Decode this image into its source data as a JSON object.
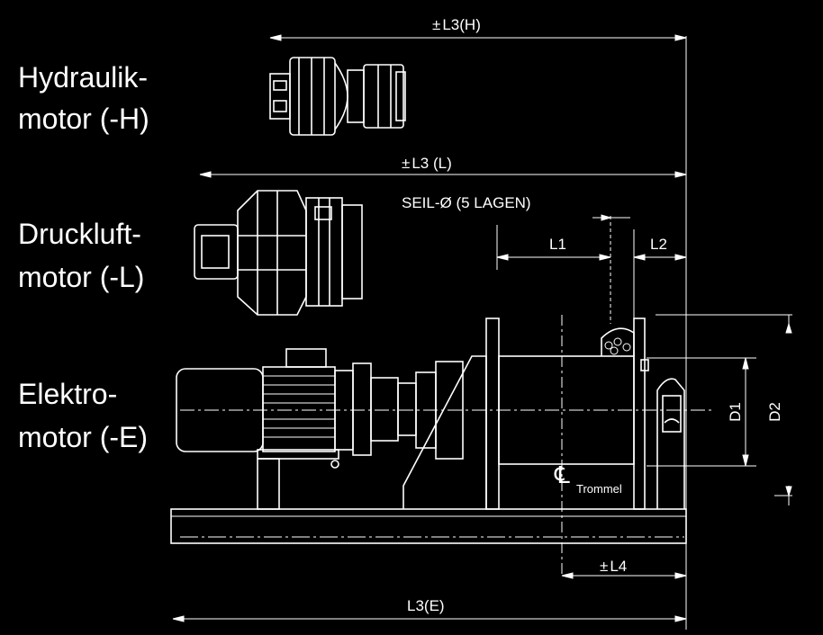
{
  "motor_labels": {
    "hydraulic_line1": "Hydraulik-",
    "hydraulic_line2": "motor (-H)",
    "pneumatic_line1": "Druckluft-",
    "pneumatic_line2": "motor (-L)",
    "electric_line1": "Elektro-",
    "electric_line2": "motor (-E)"
  },
  "dimensions": {
    "pm_symbol": "±",
    "l3_h": "L3(H)",
    "l3_l": "L3 (L)",
    "rope_dia": "SEIL-Ø (5 LAGEN)",
    "l1": "L1",
    "l2": "L2",
    "d1": "D1",
    "d2": "D2",
    "l4": "L4",
    "l3_e": "L3(E)"
  },
  "centerline": {
    "symbol": "℄",
    "label": "Trommel"
  },
  "colors": {
    "background": "#000000",
    "line": "#ffffff"
  }
}
